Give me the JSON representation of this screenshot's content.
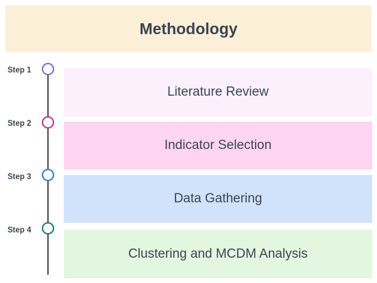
{
  "header": {
    "title": "Methodology"
  },
  "steps": [
    {
      "label": "Step 1",
      "title": "Literature Review",
      "color": "#fbf0fc",
      "marker_color": "#7a6dd6"
    },
    {
      "label": "Step 2",
      "title": "Indicator Selection",
      "color": "#fdd5f2",
      "marker_color": "#c2318c"
    },
    {
      "label": "Step 3",
      "title": "Data Gathering",
      "color": "#d0e3fb",
      "marker_color": "#2e7dd1"
    },
    {
      "label": "Step 4",
      "title": "Clustering and MCDM Analysis",
      "color": "#e3f6df",
      "marker_color": "#1f7a6b"
    }
  ]
}
